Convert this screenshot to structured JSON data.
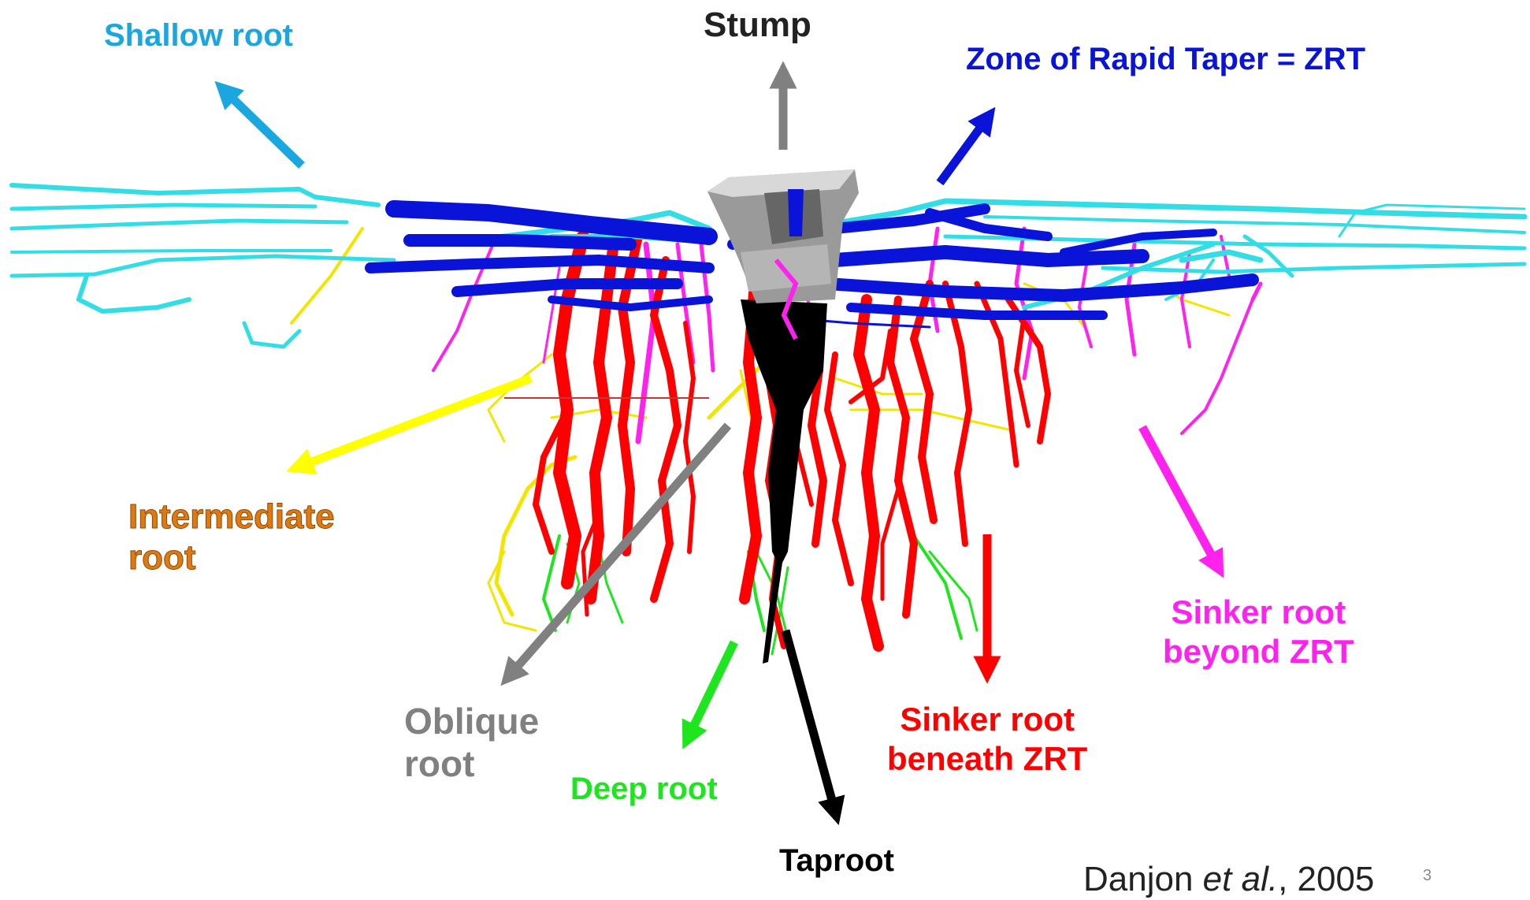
{
  "labels": {
    "shallow": "Shallow root",
    "stump": "Stump",
    "zrt": "Zone of Rapid Taper = ZRT",
    "intermediate_1": "Intermediate",
    "intermediate_2": "root",
    "oblique_1": "Oblique",
    "oblique_2": "root",
    "deep": "Deep root",
    "taproot": "Taproot",
    "sinker_beneath_1": "Sinker  root",
    "sinker_beneath_2": "beneath ZRT",
    "sinker_beyond_1": "Sinker  root",
    "sinker_beyond_2": "beyond ZRT"
  },
  "citation": {
    "author": "Danjon ",
    "etal": "et al.",
    "year": ", 2005"
  },
  "page_number": "3",
  "colors": {
    "shallow": "#1aa7e0",
    "stump": "#222222",
    "zrt": "#0a14d8",
    "intermediate": "#e07a10",
    "oblique": "#808080",
    "deep": "#1ee61e",
    "taproot": "#000000",
    "sinker_beneath": "#ff0000",
    "sinker_beyond": "#ff22ee",
    "arrow_shallow": "#1aa7e0",
    "arrow_stump": "#808080",
    "arrow_zrt": "#0a14d8",
    "arrow_intermediate": "#ffff00",
    "arrow_oblique": "#808080",
    "arrow_deep": "#1ee61e",
    "arrow_taproot": "#000000",
    "arrow_sinker_beneath": "#ff0000",
    "arrow_sinker_beyond": "#ff22ee"
  }
}
